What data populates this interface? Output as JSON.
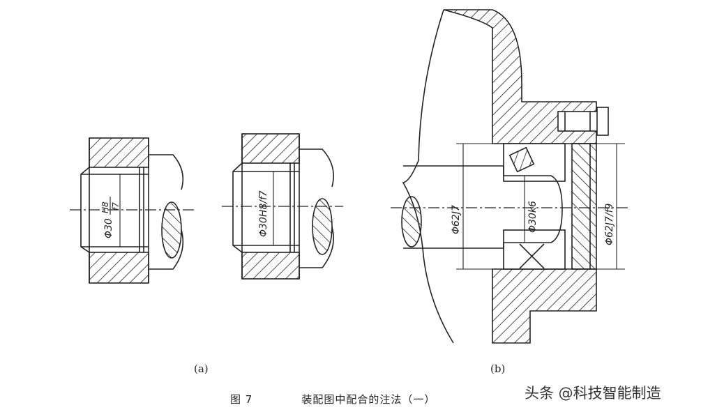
{
  "diagram": {
    "sub_labels": {
      "a": "(a)",
      "b": "(b)"
    },
    "dimensions": {
      "a_left_symbol": "Φ30",
      "a_left_numerator": "H8",
      "a_left_denominator": "f7",
      "a_right": "Φ30H8/f7",
      "b_housing": "Φ62J7",
      "b_shaft": "Φ30k6",
      "b_cover": "Φ62J7/f9"
    },
    "caption": {
      "figure_no": "图 7",
      "title": "装配图中配合的注法（一）"
    },
    "watermark": "头条 @科技智能制造"
  }
}
